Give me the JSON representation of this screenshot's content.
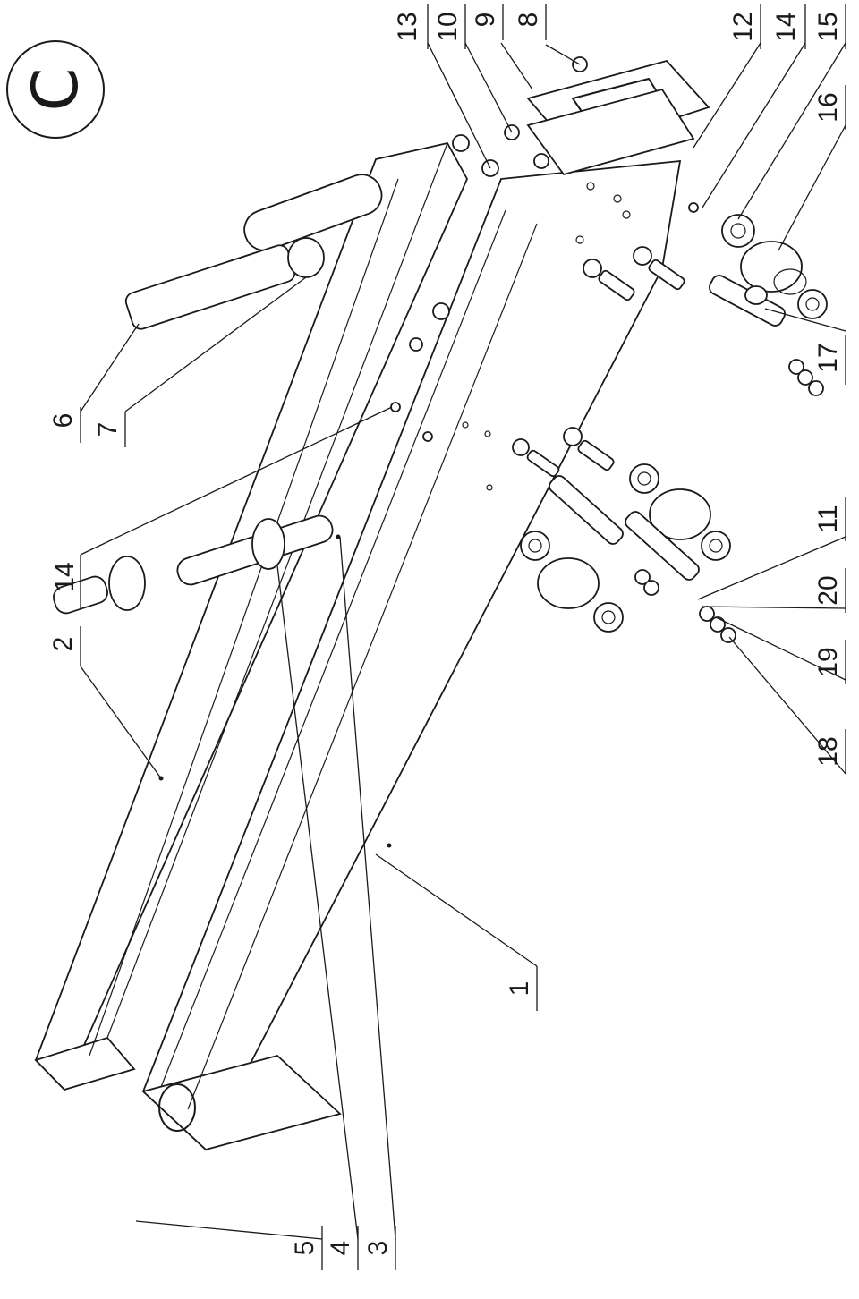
{
  "sheet_label": "C",
  "callouts": {
    "c1": "1",
    "c2": "2",
    "c3": "3",
    "c4": "4",
    "c5": "5",
    "c6": "6",
    "c7": "7",
    "c8": "8",
    "c9": "9",
    "c10": "10",
    "c11": "11",
    "c12": "12",
    "c13": "13",
    "c14a": "14",
    "c14b": "14",
    "c15": "15",
    "c16": "16",
    "c17": "17",
    "c18": "18",
    "c19": "19",
    "c20": "20"
  }
}
